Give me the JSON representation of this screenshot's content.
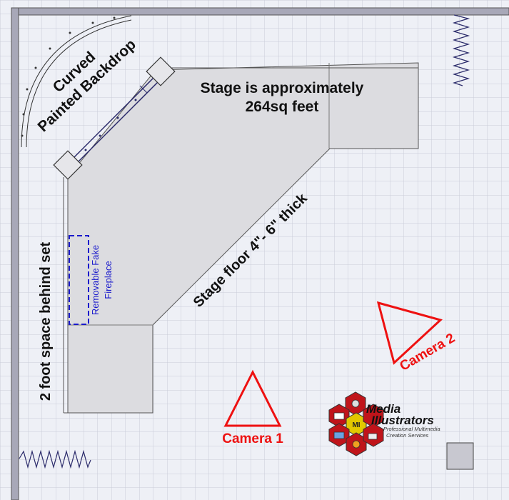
{
  "labels": {
    "backdrop_line1": "Curved",
    "backdrop_line2": "Painted Backdrop",
    "stage_area_line1": "Stage is approximately",
    "stage_area_line2": "264sq feet",
    "stage_floor": "Stage floor 4\"- 6\" thick",
    "space_behind": "2 foot space behind set",
    "fireplace_line1": "Removable Fake",
    "fireplace_line2": "Fireplace",
    "camera1": "Camera 1",
    "camera2": "Camera 2"
  },
  "logo": {
    "name_line1": "Media",
    "name_line2": "Illustrators",
    "tagline_line1": "Professional Multimedia",
    "tagline_line2": "Creation Services",
    "badge": "MI"
  },
  "colors": {
    "grid_bg": "#eef0f6",
    "grid_line": "#c9ccd8",
    "stage_fill": "#dcdce0",
    "camera": "#ee1111",
    "fireplace": "#1a1acc",
    "wall": "#a8a8b8"
  }
}
